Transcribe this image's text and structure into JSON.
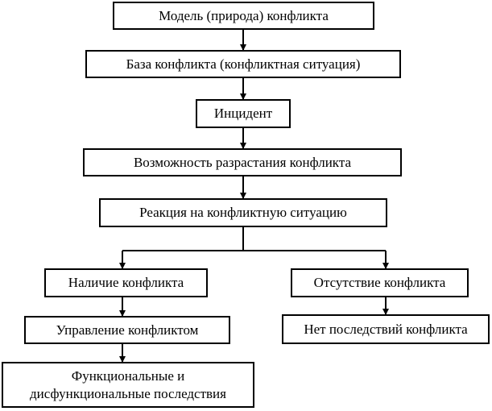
{
  "nodes": {
    "model": "Модель (природа) конфликта",
    "base": "База конфликта (конфликтная ситуация)",
    "incident": "Инцидент",
    "escalation": "Возможность разрастания конфликта",
    "reaction": "Реакция на конфликтную ситуацию",
    "presence": "Наличие конфликта",
    "absence": "Отсутствие конфликта",
    "management": "Управление конфликтом",
    "no_consequences": "Нет последствий конфликта",
    "consequences_line1": "Функциональные и",
    "consequences_line2": "дисфункциональные последствия"
  },
  "colors": {
    "stroke": "#000000",
    "background": "#ffffff"
  }
}
